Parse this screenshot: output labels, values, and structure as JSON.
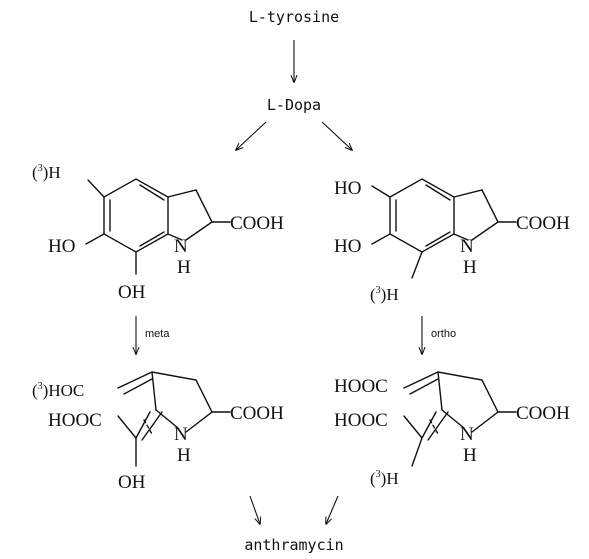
{
  "compounds": {
    "tyrosine": "L-tyrosine",
    "dopa": "L-Dopa",
    "product": "anthramycin"
  },
  "steps": {
    "left": "meta",
    "right": "ortho"
  },
  "labels": {
    "tritium_h": "H",
    "ho": "HO",
    "oh": "OH",
    "nh_n": "N",
    "nh_h": "H",
    "cooh": "COOH",
    "hooc": "HOOC",
    "hooc_c": "HOOC",
    "tritium_hooc": "HOC",
    "isotope_mass": "3",
    "left_bracket": "(",
    "right_bracket": ")"
  }
}
